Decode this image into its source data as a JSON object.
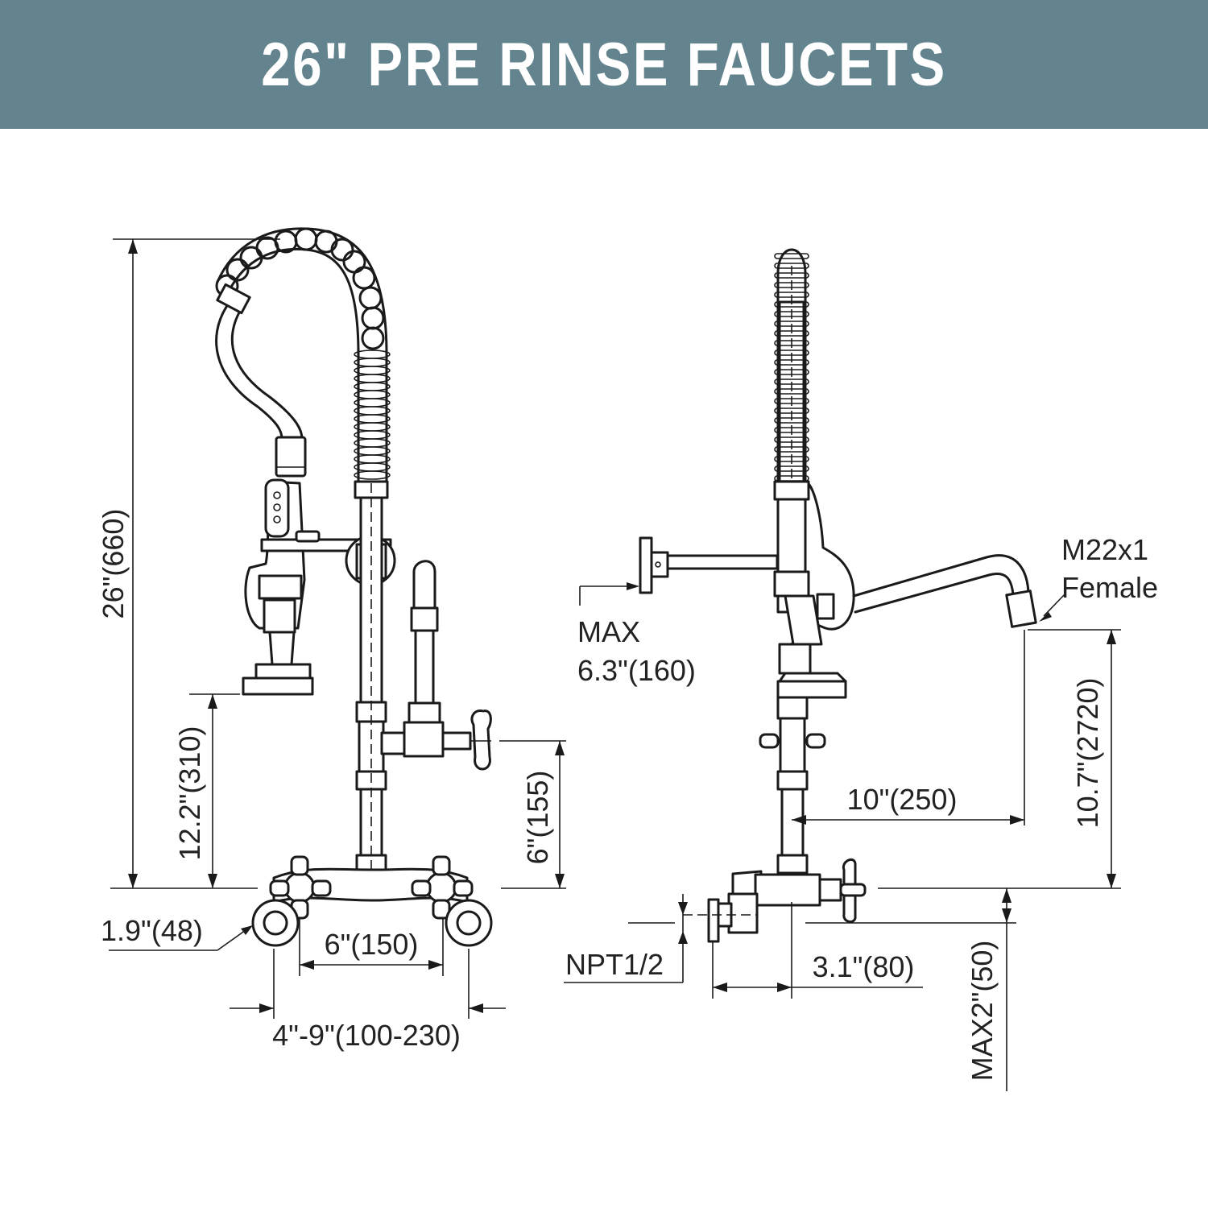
{
  "header": {
    "title": "26\" PRE RINSE FAUCETS",
    "background": "#63848f"
  },
  "front_view": {
    "dim_total_height": "26\"(660)",
    "dim_sprayer_height": "12.2\"(310)",
    "dim_valve_height": "6\"(155)",
    "dim_inlet_dia": "1.9\"(48)",
    "dim_center": "6\"(150)",
    "dim_adjust_range": "4\"-9\"(100-230)"
  },
  "side_view": {
    "dim_bracket": "MAX\n6.3\"(160)",
    "dim_bracket_line1": "MAX",
    "dim_bracket_line2": "6.3\"(160)",
    "spout_thread_line1": "M22x1",
    "spout_thread_line2": "Female",
    "dim_spout_height": "10.7\"(2720)",
    "dim_spout_reach": "10\"(250)",
    "inlet_thread": "NPT1/2",
    "dim_inlet_offset": "3.1\"(80)",
    "dim_wall_depth": "MAX2\"(50)"
  }
}
